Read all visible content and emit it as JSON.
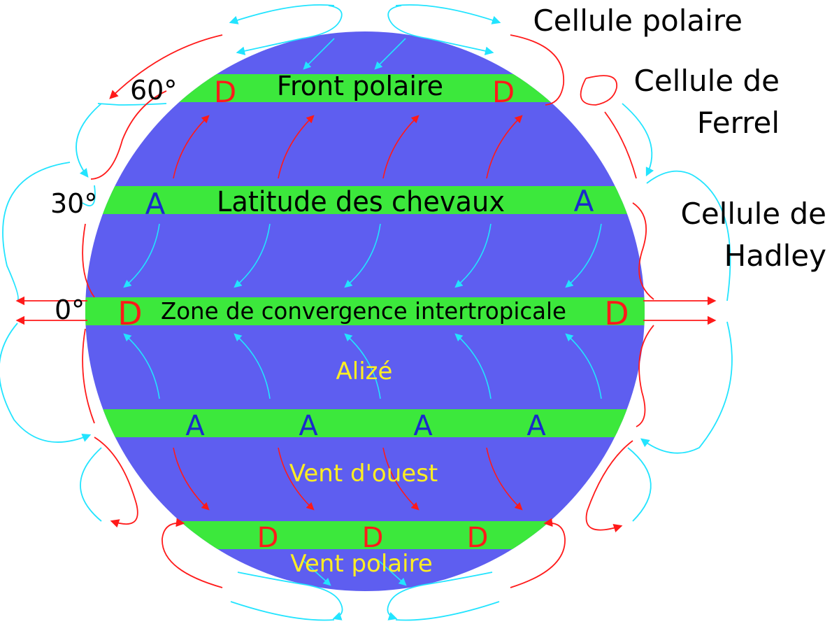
{
  "colors": {
    "ocean": "#5e5ef0",
    "band": "#3ce83c",
    "warm_arrow": "#ff1a1a",
    "cold_arrow": "#22e4ff",
    "high": "#1a2acc",
    "low": "#ff1a1a",
    "wind_label": "#ffee22",
    "text": "#000000"
  },
  "cells": {
    "polar": "Cellule polaire",
    "ferrel_line1": "Cellule de",
    "ferrel_line2": "Ferrel",
    "hadley_line1": "Cellule de",
    "hadley_line2": "Hadley"
  },
  "latitudes": {
    "lat60": "60°",
    "lat30": "30°",
    "lat0": "0°"
  },
  "bands": {
    "polar_front": "Front polaire",
    "horse_latitudes": "Latitude des chevaux",
    "itcz": "Zone de convergence intertropicale"
  },
  "pressure": {
    "low": "D",
    "high": "A"
  },
  "winds": {
    "trade": "Alizé",
    "westerly": "Vent d'ouest",
    "polar": "Vent polaire"
  }
}
